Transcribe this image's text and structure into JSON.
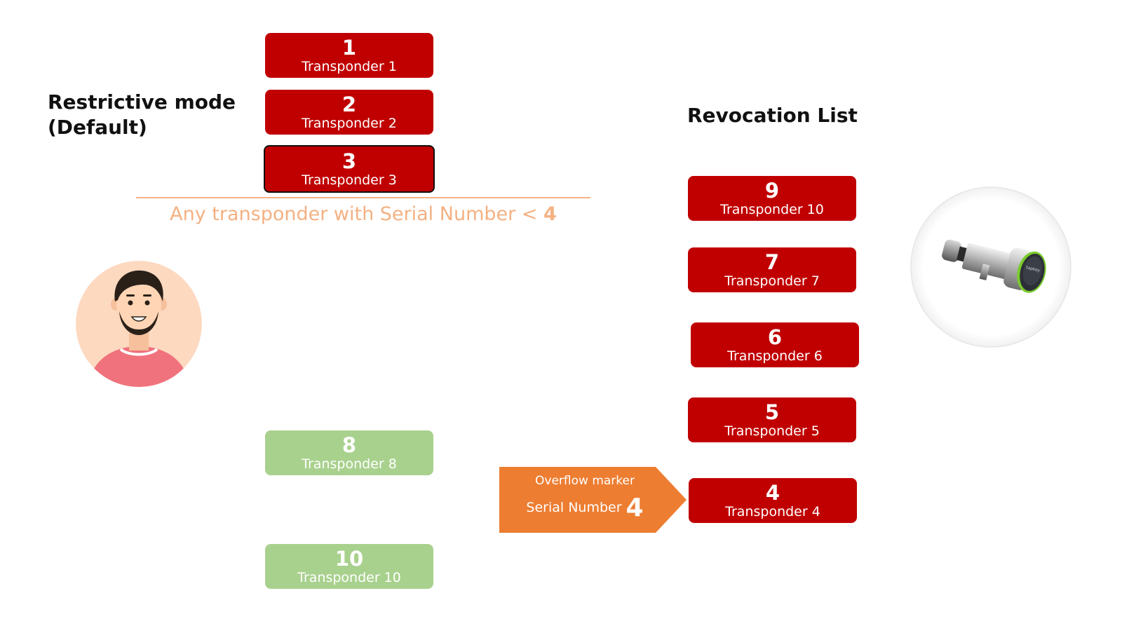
{
  "heading": {
    "mode_line1": "Restrictive mode",
    "mode_line2": "(Default)"
  },
  "revocation_title": "Revocation List",
  "threshold": {
    "text": "Any transponder with Serial Number <",
    "value": "4"
  },
  "allowed": [
    {
      "num": "1",
      "label": "Transponder 1"
    },
    {
      "num": "2",
      "label": "Transponder 2"
    },
    {
      "num": "3",
      "label": "Transponder 3"
    }
  ],
  "green": [
    {
      "num": "8",
      "label": "Transponder 8"
    },
    {
      "num": "10",
      "label": "Transponder 10"
    }
  ],
  "revocation": [
    {
      "num": "9",
      "label": "Transponder 10"
    },
    {
      "num": "7",
      "label": "Transponder 7"
    },
    {
      "num": "6",
      "label": "Transponder 6"
    },
    {
      "num": "5",
      "label": "Transponder 5"
    },
    {
      "num": "4",
      "label": "Transponder 4"
    }
  ],
  "overflow": {
    "line1": "Overflow marker",
    "line2": "Serial Number",
    "value": "4"
  },
  "lock": {
    "brand": "tapkey"
  },
  "colors": {
    "red": "#c00000",
    "green": "#a9d18e",
    "orange": "#ed7d31",
    "peach": "#f4b183"
  }
}
